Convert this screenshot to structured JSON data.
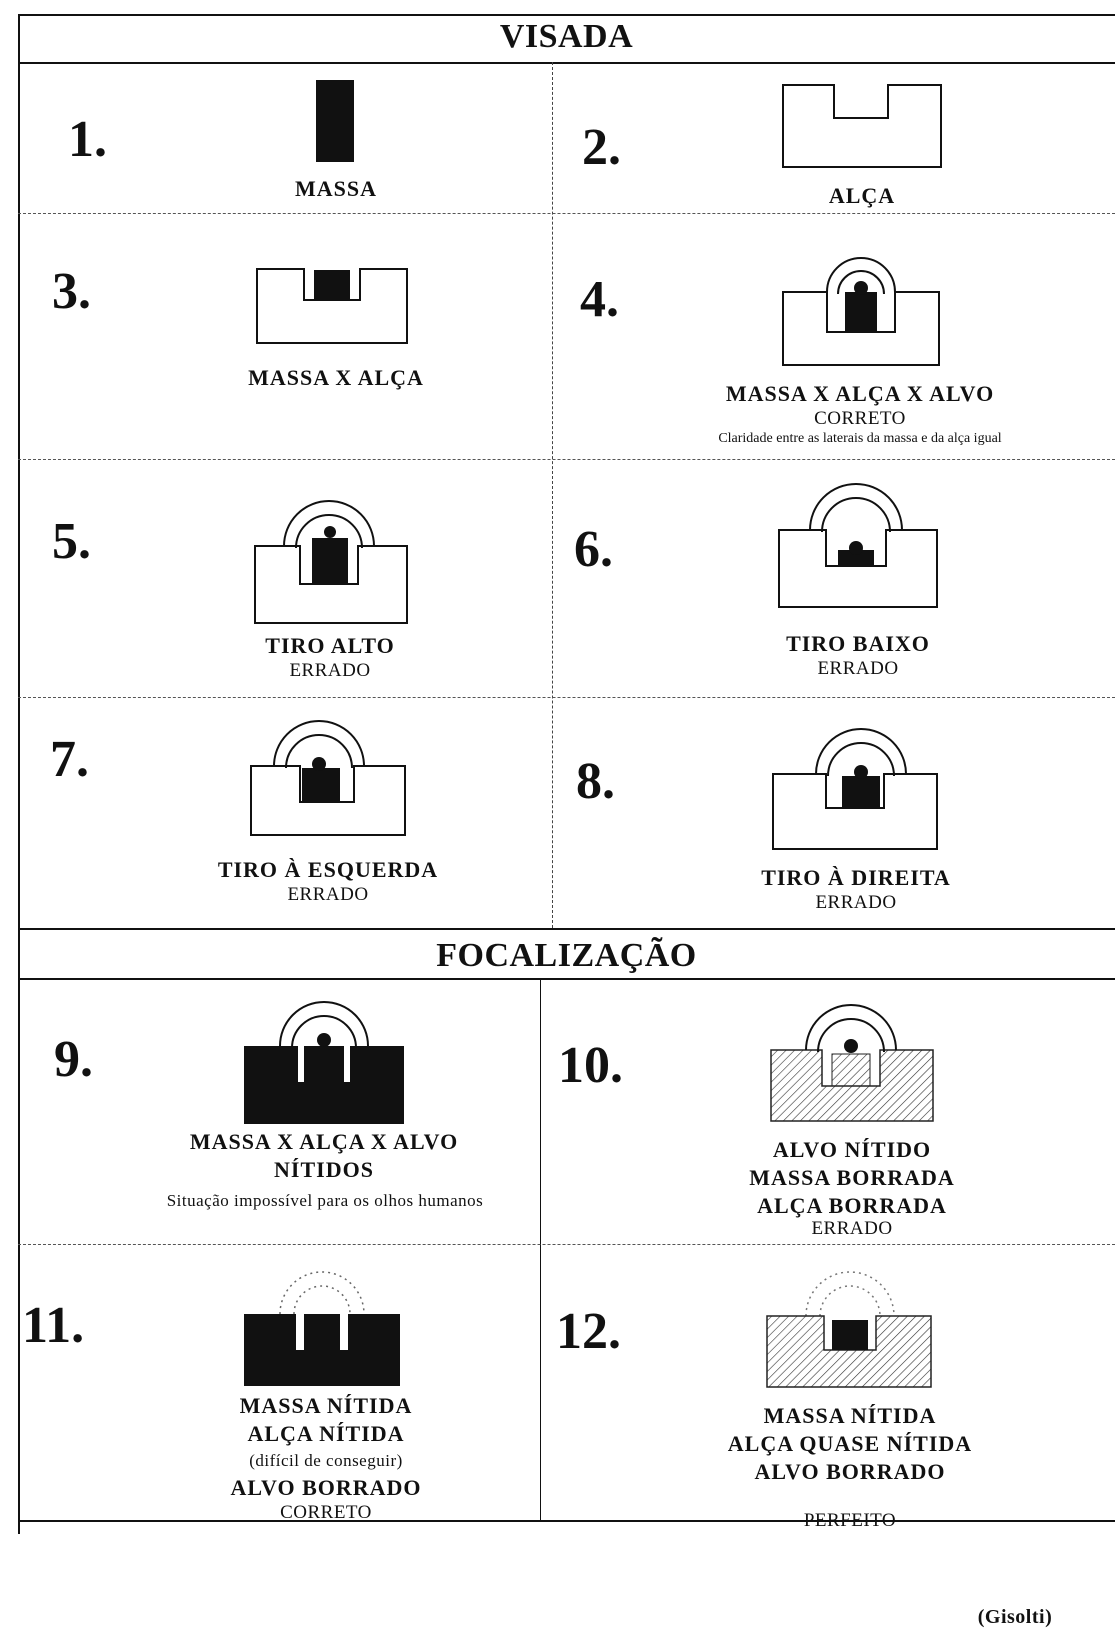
{
  "sections": {
    "visada": "VISADA",
    "focalizacao": "FOCALIZAÇÃO"
  },
  "items": [
    {
      "num": "1.",
      "caption": "MASSA"
    },
    {
      "num": "2.",
      "caption": "ALÇA"
    },
    {
      "num": "3.",
      "caption": "MASSA X ALÇA"
    },
    {
      "num": "4.",
      "caption": "MASSA X ALÇA X ALVO",
      "status": "CORRETO",
      "note": "Claridade entre as laterais da massa e da alça igual"
    },
    {
      "num": "5.",
      "caption": "TIRO ALTO",
      "status": "ERRADO"
    },
    {
      "num": "6.",
      "caption": "TIRO BAIXO",
      "status": "ERRADO"
    },
    {
      "num": "7.",
      "caption": "TIRO À ESQUERDA",
      "status": "ERRADO"
    },
    {
      "num": "8.",
      "caption": "TIRO À DIREITA",
      "status": "ERRADO"
    },
    {
      "num": "9.",
      "lines": [
        "MASSA X ALÇA X ALVO",
        "NÍTIDOS"
      ],
      "note": "Situação impossível para os olhos humanos"
    },
    {
      "num": "10.",
      "lines": [
        "ALVO NÍTIDO",
        "MASSA BORRADA",
        "ALÇA BORRADA"
      ],
      "status": "ERRADO"
    },
    {
      "num": "11.",
      "lines": [
        "MASSA NÍTIDA",
        "ALÇA NÍTIDA"
      ],
      "paren": "(difícil de conseguir)",
      "line3": "ALVO BORRADO",
      "status": "CORRETO"
    },
    {
      "num": "12.",
      "lines": [
        "MASSA NÍTIDA",
        "ALÇA QUASE NÍTIDA",
        "ALVO BORRADO"
      ],
      "status": "PERFEITO"
    }
  ],
  "footer": {
    "credit": "(Gisolti)"
  }
}
